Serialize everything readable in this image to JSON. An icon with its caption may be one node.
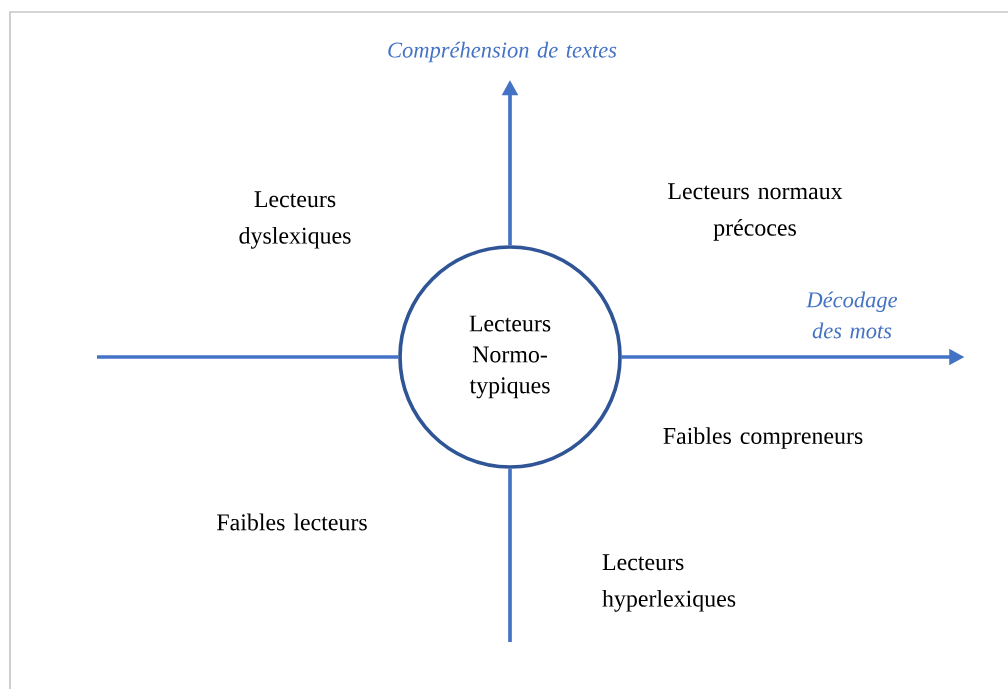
{
  "diagram": {
    "nodes": [
      {
        "text": [
          "Lecteurs Normo- typiques"
        ]
      },
      {
        "text": [
          "Compréhension de textes"
        ]
      },
      {
        "text": [
          "Décodage des mots"
        ]
      }
    ],
    "edges": [
      {
        "from": 0,
        "to": 1,
        "arrow": "to"
      },
      {
        "from": 0,
        "to": 2,
        "arrow": "to"
      }
    ],
    "labels": [
      "Lecteurs dyslexiques",
      "Lecteurs normaux précoces",
      "Faibles compreneurs",
      "Faibles lecteurs",
      "Lecteurs hyperlexiques"
    ]
  }
}
